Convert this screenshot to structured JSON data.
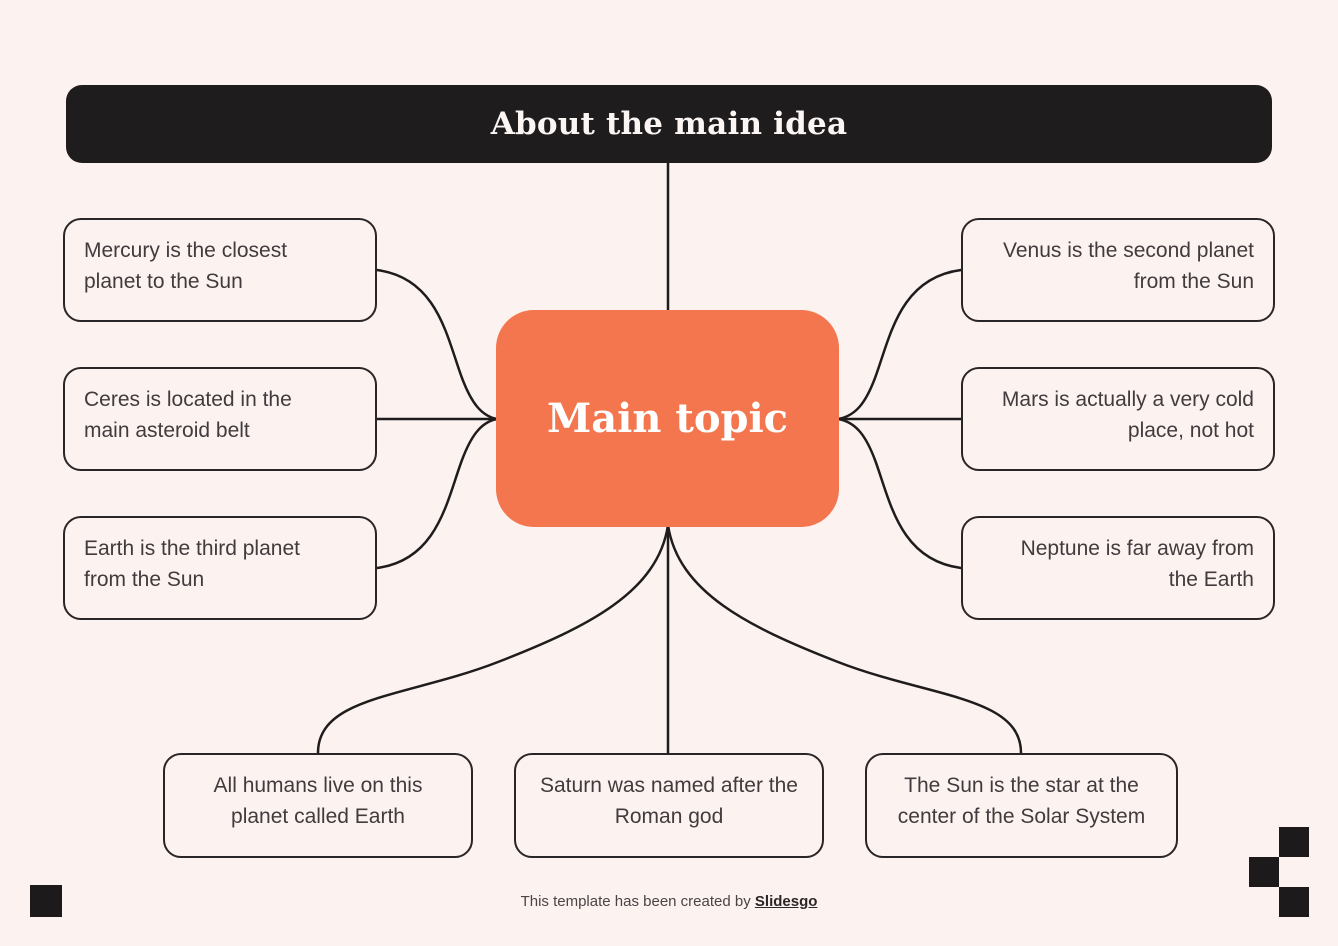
{
  "page": {
    "background_color": "#fcf2f0",
    "dark_color": "#1f1c1d",
    "accent_color": "#f3764e",
    "text_color": "#413b3d"
  },
  "title": {
    "text": "About the main idea"
  },
  "main_topic": {
    "label": "Main topic"
  },
  "nodes": {
    "left": [
      {
        "label": "Mercury is the closest\nplanet to the Sun"
      },
      {
        "label": "Ceres is located in the\nmain asteroid belt"
      },
      {
        "label": "Earth is the third planet\nfrom the Sun"
      }
    ],
    "right": [
      {
        "label": "Venus is the second planet\nfrom the Sun"
      },
      {
        "label": "Mars is actually a very cold\nplace, not hot"
      },
      {
        "label": "Neptune is far away from\nthe Earth"
      }
    ],
    "bottom": [
      {
        "label": "All humans live on this\nplanet called Earth"
      },
      {
        "label": "Saturn was named after the\nRoman god"
      },
      {
        "label": "The Sun is the star at the\ncenter of the Solar System"
      }
    ]
  },
  "footer": {
    "text": "This template has been created by ",
    "brand": "Slidesgo"
  },
  "decorations": {
    "bottom_left": "black-square",
    "bottom_right": "checkerboard-staircase"
  }
}
